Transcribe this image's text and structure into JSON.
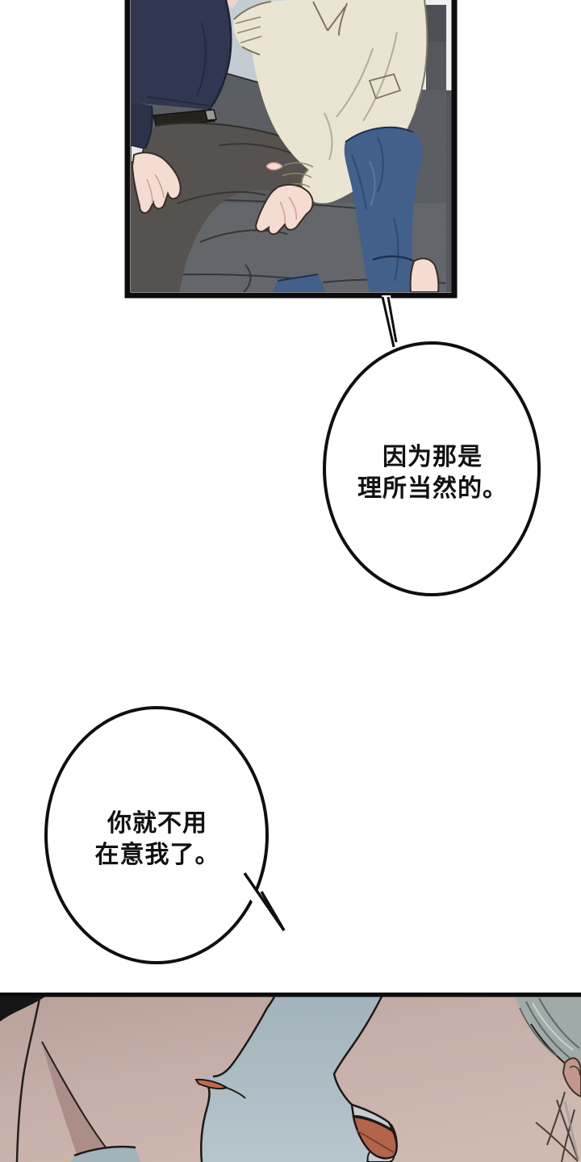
{
  "bubbles": [
    {
      "lines": [
        "因为那是",
        "理所当然的。"
      ]
    },
    {
      "lines": [
        "你就不用",
        "在意我了。"
      ]
    }
  ],
  "colors": {
    "ink": "#111111",
    "panel-border": "#0c0c0c",
    "bubble-fill": "#ffffff",
    "wall": "#c6cfd6",
    "couch": "#54575d",
    "navy-sweater": "#313750",
    "cream-sweater": "#e9e5d2",
    "trousers": "#55524f",
    "jeans": "#42608a",
    "skin": "#f4dcd3",
    "kiss-skin": "#c3aaa3",
    "kiss-skin-shadow": "#ab8e88",
    "kiss-gap": "#a7b7be",
    "mouth-red": "#b2654a",
    "hair-gray": "#a0aaa8",
    "hair-black": "#161616"
  }
}
